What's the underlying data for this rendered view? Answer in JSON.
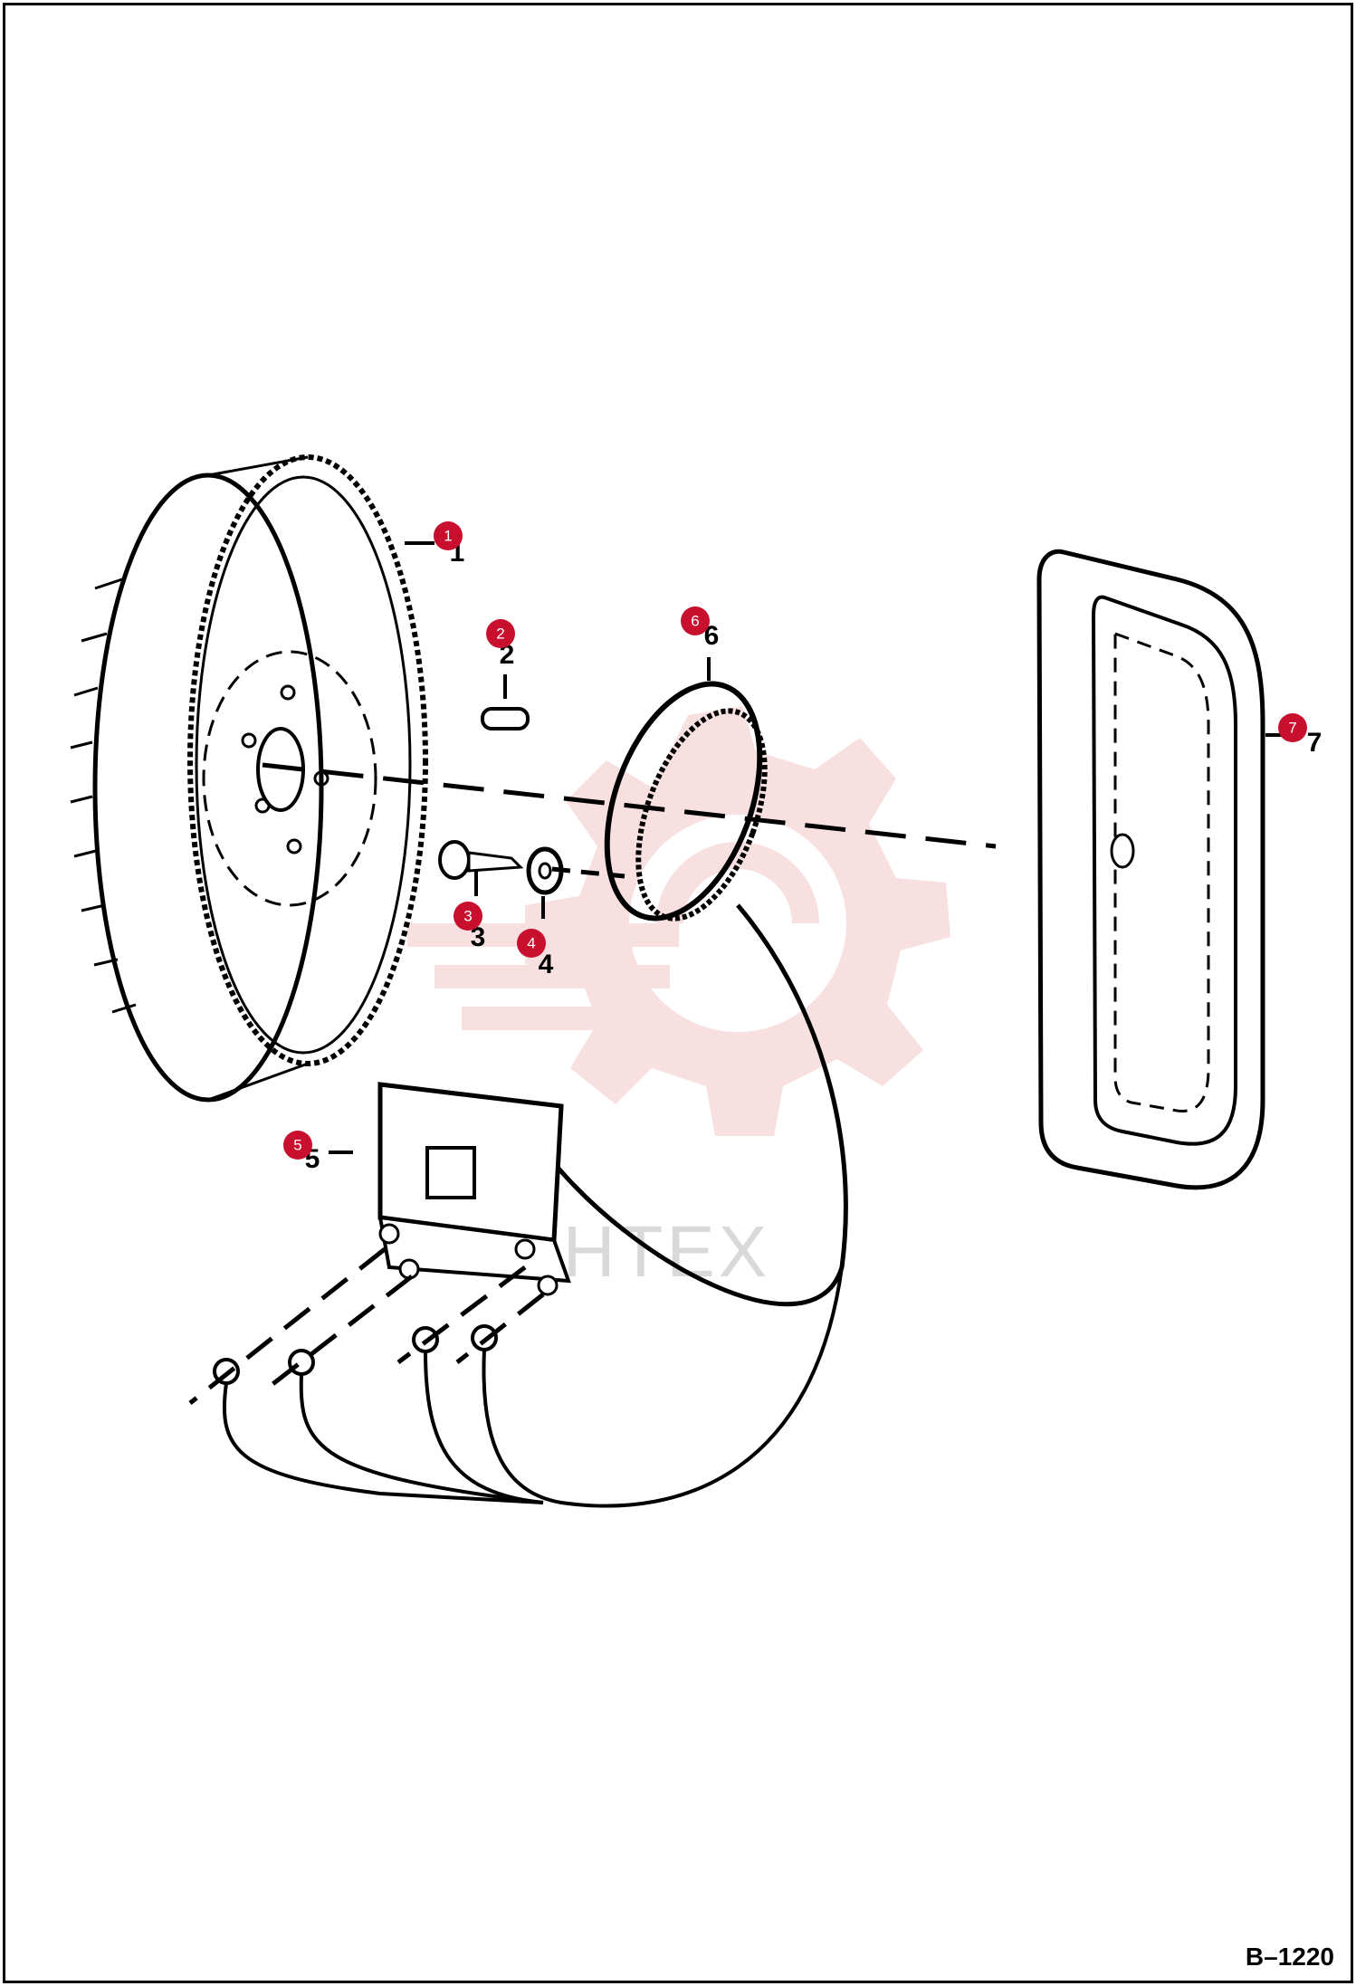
{
  "drawing_number": "B–1220",
  "watermark": {
    "text": "UHTEX"
  },
  "callouts": [
    {
      "id": "1",
      "label": "1",
      "badge": "1"
    },
    {
      "id": "2",
      "label": "2",
      "badge": "2"
    },
    {
      "id": "3",
      "label": "3",
      "badge": "3"
    },
    {
      "id": "4",
      "label": "4",
      "badge": "4"
    },
    {
      "id": "5",
      "label": "5",
      "badge": "5"
    },
    {
      "id": "6",
      "label": "6",
      "badge": "6"
    },
    {
      "id": "7",
      "label": "7",
      "badge": "7"
    }
  ],
  "colors": {
    "badge": "#c8102e",
    "line": "#000000",
    "watermark": "#f3c7c7"
  }
}
